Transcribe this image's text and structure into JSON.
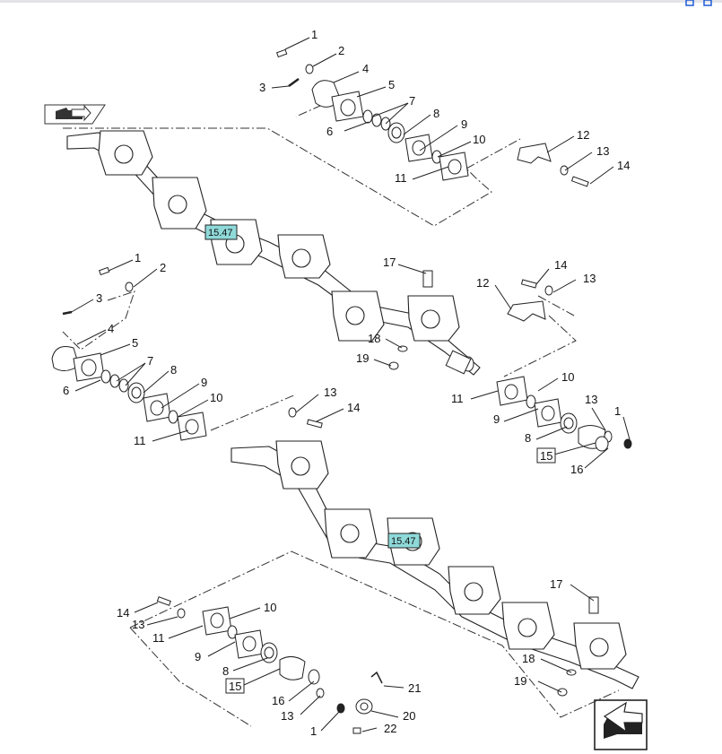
{
  "colors": {
    "line": "#222222",
    "ref_highlight": "#8fd9d9",
    "topbar": "#e3e3e8",
    "corner_icon": "#1e5bd6"
  },
  "icons": {
    "nav_top_left": "folder-arrow-icon",
    "nav_bottom_right": "back-arrow-icon",
    "window_corner": "window-controls-icon"
  },
  "callouts": {
    "a1": "1",
    "a2": "2",
    "a3": "3",
    "a4": "4",
    "a5": "5",
    "a6": "6",
    "a7": "7",
    "a8": "8",
    "a9": "9",
    "a10": "10",
    "a11": "11",
    "a12": "12",
    "a13": "13",
    "a14": "14",
    "b1": "1",
    "b2": "2",
    "b3": "3",
    "b4": "4",
    "b5": "5",
    "b6": "6",
    "b7": "7",
    "b8": "8",
    "b9": "9",
    "b10": "10",
    "b11": "11",
    "c17": "17",
    "c12": "12",
    "c14": "14",
    "c13": "13",
    "c18": "18",
    "c19": "19",
    "d10": "10",
    "d11": "11",
    "d9": "9",
    "d13": "13",
    "d1": "1",
    "d8": "8",
    "d16": "16",
    "d15": "15",
    "e13": "13",
    "e14": "14",
    "f14": "14",
    "f13": "13",
    "f11": "11",
    "f10": "10",
    "f9": "9",
    "f8": "8",
    "f15": "15",
    "f16": "16",
    "f13b": "13",
    "f1": "1",
    "f21": "21",
    "f20": "20",
    "f22": "22",
    "g17": "17",
    "g18": "18",
    "g19": "19"
  },
  "refs": {
    "ref_top": "15.47",
    "ref_bottom": "15.47"
  }
}
